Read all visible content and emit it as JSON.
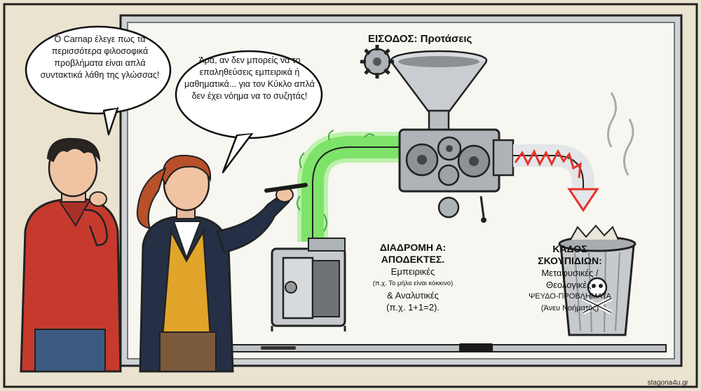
{
  "speech": {
    "left": "Ο Carnap έλεγε πως τα περισσότερα φιλοσοφικά προβλήματα είναι απλά συντακτικά λάθη της γλώσσας!",
    "right": "Άρα, αν δεν μπορείς να το επαληθεύσεις εμπειρικά ή μαθηματικά... για τον Κύκλο απλά δεν έχει νόημα να το συζητάς!"
  },
  "machine": {
    "input_label": "ΕΙΣΟΔΟΣ: Προτάσεις"
  },
  "route_a": {
    "heading_line1": "ΔΙΑΔΡΟΜΗ Α:",
    "heading_line2": "ΑΠΟΔΕΚΤΕΣ.",
    "empirical": "Εμπειρικές",
    "empirical_example": "(π.χ. Το μήλο είναι κόκκινο)",
    "analytic": "& Αναλυτικές",
    "analytic_example": "(π.χ. 1+1=2)."
  },
  "trash": {
    "heading_line1": "ΚΑΔΟΣ",
    "heading_line2": "ΣΚΟΥΠΙΔΙΩΝ:",
    "line1": "Μεταφυσικές /",
    "line2": "Θεολογικές.",
    "line3": "ΨΕΥΔΟ-ΠΡΟΒΛΗΜΑΤΑ",
    "line4": "(Άνευ Νοήματος)"
  },
  "credit": "stagona4u.gr",
  "colors": {
    "background": "#e9e3cf",
    "whiteboard": "#f7f6f1",
    "green_glow": "#7ee36a",
    "red_zigzag": "#e8322a",
    "hoodie": "#c63a2e",
    "blazer": "#253046",
    "sweater": "#e0a52a"
  }
}
